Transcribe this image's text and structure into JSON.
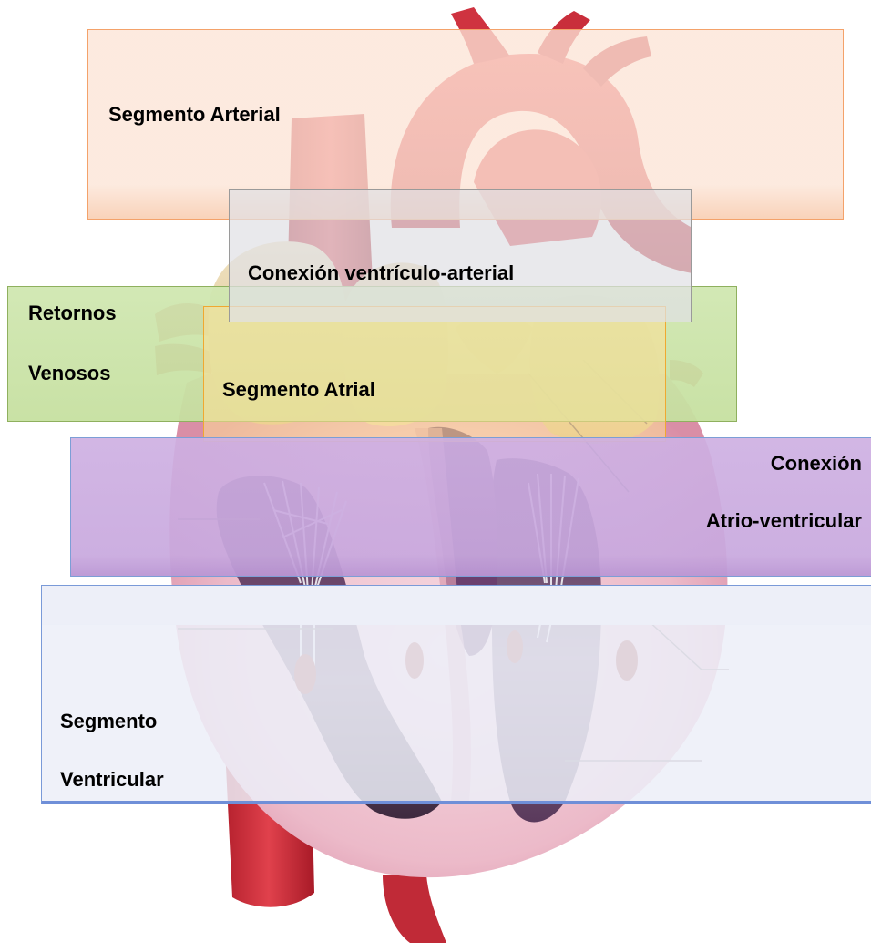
{
  "labels": {
    "arterial": "Segmento Arterial",
    "ventriculo_arterial": "Conexión ventrículo-arterial",
    "retornos_line1": "Retornos",
    "retornos_line2": "Venosos",
    "atrial": "Segmento Atrial",
    "av_line1": "Conexión",
    "av_line2": "Atrio-ventricular",
    "ventricular_line1": "Segmento",
    "ventricular_line2": "Ventricular"
  },
  "colors": {
    "arterial_band": "#fce4d6",
    "venous_band": "#c6e0a0",
    "atrial_band": "#ffde96",
    "ventriculo_arterial_band": "#e1e1e4",
    "av_band": "#c8a8de",
    "ventricular_band": "#eef0f8",
    "heart_red": "#d8333f",
    "heart_pink": "#efb9c8"
  }
}
